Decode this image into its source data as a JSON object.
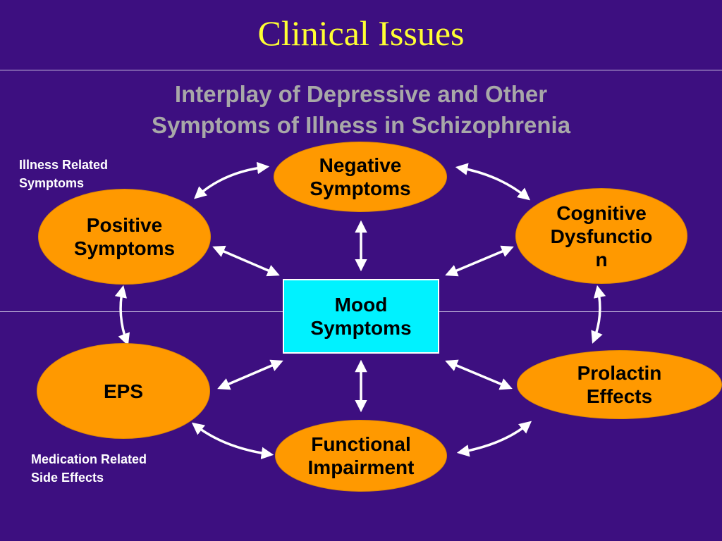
{
  "title": "Clinical Issues",
  "subtitle_line1": "Interplay of Depressive and Other",
  "subtitle_line2": "Symptoms of Illness in Schizophrenia",
  "note_illness_line1": "Illness Related",
  "note_illness_line2": "Symptoms",
  "note_medication_line1": "Medication Related",
  "note_medication_line2": "Side Effects",
  "nodes": {
    "negative": {
      "line1": "Negative",
      "line2": "Symptoms"
    },
    "positive": {
      "line1": "Positive",
      "line2": "Symptoms"
    },
    "cognitive": {
      "line1": "Cognitive",
      "line2": "Dysfunctio",
      "line3": "n"
    },
    "mood": {
      "line1": "Mood",
      "line2": "Symptoms"
    },
    "eps": {
      "line1": "EPS"
    },
    "prolactin": {
      "line1": "Prolactin",
      "line2": "Effects"
    },
    "functional": {
      "line1": "Functional",
      "line2": "Impairment"
    }
  },
  "colors": {
    "background": "#3d0f80",
    "title": "#ffff33",
    "subtitle": "#a8a8a8",
    "node_fill": "#ff9900",
    "center_fill": "#00f2ff",
    "arrow": "#ffffff"
  }
}
